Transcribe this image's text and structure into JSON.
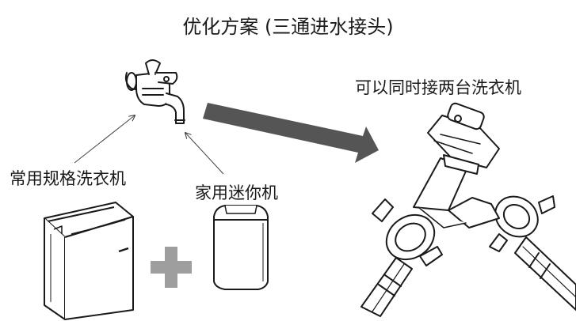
{
  "title": "优化方案 (三通进水接头)",
  "right_label": "可以同时接两台洗衣机",
  "standard_washer_label": "常用规格洗衣机",
  "mini_washer_label": "家用迷你机",
  "colors": {
    "line": "#1a1a1a",
    "arrow_fill": "#555555",
    "plus_fill": "#9e9e9e"
  },
  "icons": [
    "faucet-icon",
    "washing-machine-icon",
    "mini-washer-icon",
    "plus-icon",
    "three-way-connector-icon"
  ]
}
